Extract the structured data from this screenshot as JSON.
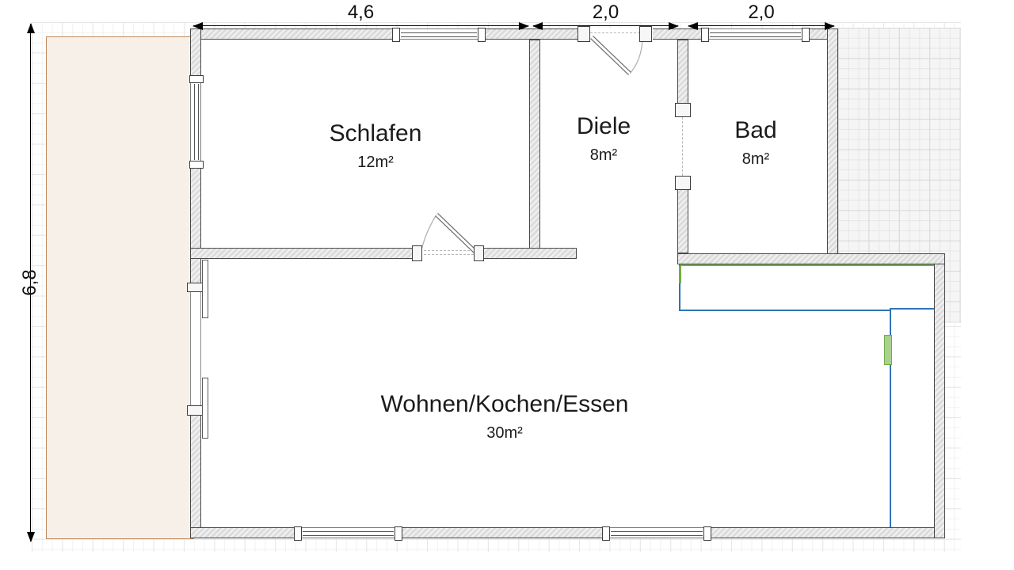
{
  "rooms": [
    {
      "name": "Schlafen",
      "area": "12m²"
    },
    {
      "name": "Diele",
      "area": "8m²"
    },
    {
      "name": "Bad",
      "area": "8m²"
    },
    {
      "name": "Wohnen/Kochen/Essen",
      "area": "30m²"
    }
  ],
  "dimensions": {
    "top": [
      {
        "label": "4,6"
      },
      {
        "label": "2,0"
      },
      {
        "label": "2,0"
      }
    ],
    "left": {
      "label": "6,8"
    }
  },
  "colors": {
    "wall_fill": "#dcdcdc",
    "wall_outline": "#4a4a4a",
    "terrace_fill": "#f7f0e9",
    "terrace_outline": "#c18a5f",
    "counter_outline": "#2e75b6",
    "counter_accent_green": "#70ad47",
    "appliance_fill": "#a9d18e",
    "dimension_text": "#111111",
    "grid_minor": "#f1f1f1",
    "grid_major": "#e6e6e6"
  }
}
